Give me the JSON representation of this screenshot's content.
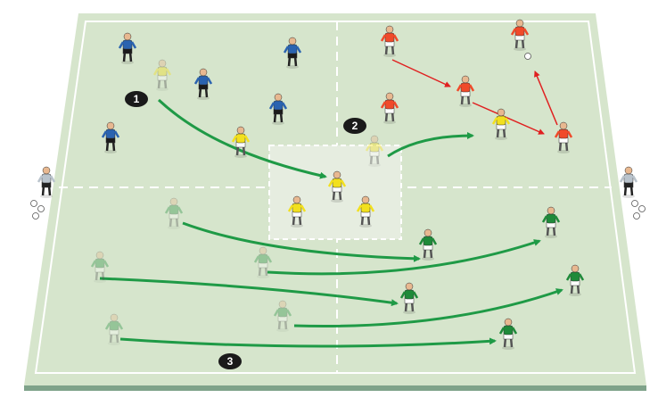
{
  "diagram": {
    "type": "soccer-drill-pitch",
    "markers": [
      {
        "label": "1"
      },
      {
        "label": "2"
      },
      {
        "label": "3"
      }
    ],
    "colors": {
      "pitch": "#d6e5cc",
      "pitch_line": "#ffffff",
      "center_square": "#e6ede0",
      "run_arrow": "#1f9a46",
      "pass_arrow": "#e02020",
      "marker": "#1a1a1a",
      "team_blue": "#2a63b0",
      "team_yellow": "#f2e01e",
      "team_red": "#f04a2a",
      "team_green": "#1f8a3a",
      "coach": "#b9c3cc"
    }
  }
}
